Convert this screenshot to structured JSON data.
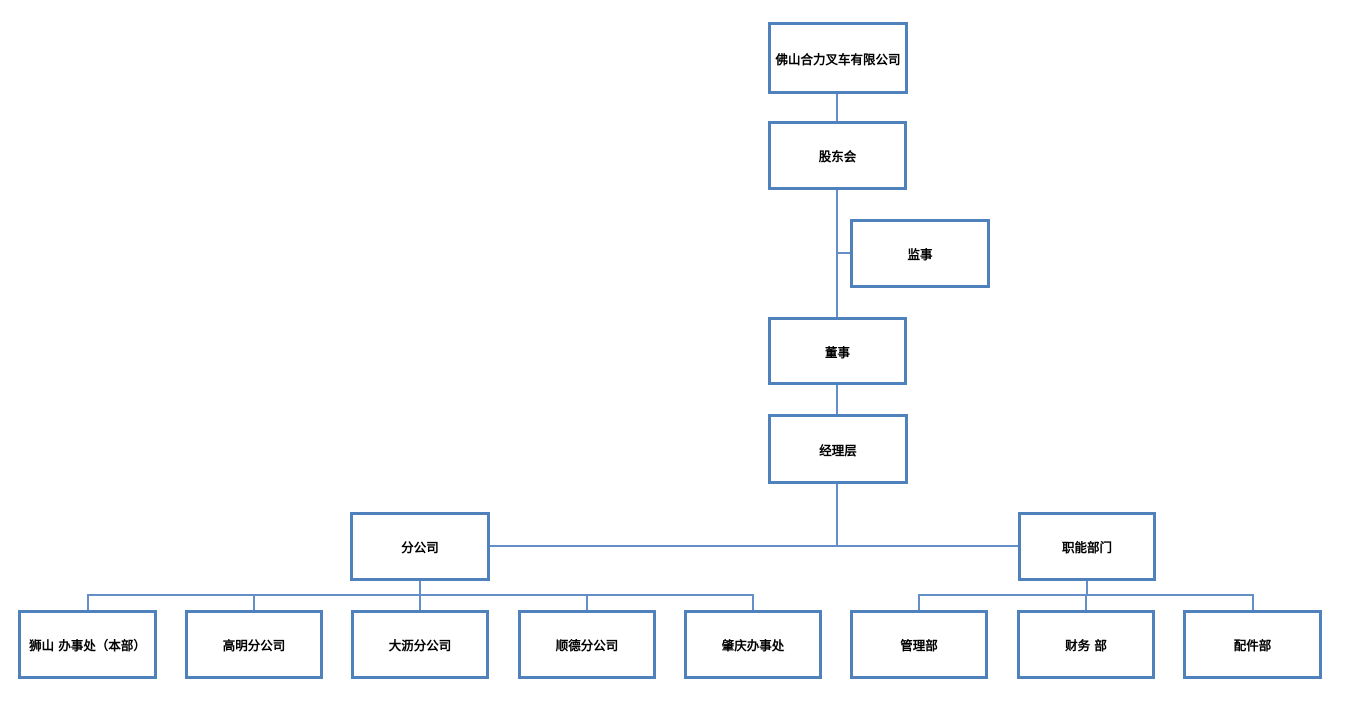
{
  "colors": {
    "box_border": "#4f81bd",
    "connector": "#638ec6",
    "text": "#000000",
    "background": "#ffffff"
  },
  "org_chart": {
    "type": "organization-chart",
    "nodes": [
      {
        "id": "company",
        "label": "佛山合力叉车有限公司"
      },
      {
        "id": "shareholders",
        "label": "股东会"
      },
      {
        "id": "supervisor",
        "label": "监事"
      },
      {
        "id": "director",
        "label": "董事"
      },
      {
        "id": "management",
        "label": "经理层"
      },
      {
        "id": "branches",
        "label": "分公司"
      },
      {
        "id": "functional",
        "label": "职能部门"
      },
      {
        "id": "shishan",
        "label": "狮山 办事处（本部）"
      },
      {
        "id": "gaoming",
        "label": "高明分公司"
      },
      {
        "id": "dali",
        "label": "大沥分公司"
      },
      {
        "id": "shunde",
        "label": "顺德分公司"
      },
      {
        "id": "zhaoqing",
        "label": "肇庆办事处"
      },
      {
        "id": "mgmt_dept",
        "label": "管理部"
      },
      {
        "id": "finance_dept",
        "label": "财务 部"
      },
      {
        "id": "parts_dept",
        "label": "配件部"
      }
    ],
    "edges": [
      {
        "from": "company",
        "to": "shareholders"
      },
      {
        "from": "shareholders",
        "to": "supervisor"
      },
      {
        "from": "shareholders",
        "to": "director"
      },
      {
        "from": "director",
        "to": "management"
      },
      {
        "from": "management",
        "to": "branches"
      },
      {
        "from": "management",
        "to": "functional"
      },
      {
        "from": "branches",
        "to": "shishan"
      },
      {
        "from": "branches",
        "to": "gaoming"
      },
      {
        "from": "branches",
        "to": "dali"
      },
      {
        "from": "branches",
        "to": "shunde"
      },
      {
        "from": "branches",
        "to": "zhaoqing"
      },
      {
        "from": "functional",
        "to": "mgmt_dept"
      },
      {
        "from": "functional",
        "to": "finance_dept"
      },
      {
        "from": "functional",
        "to": "parts_dept"
      }
    ]
  }
}
